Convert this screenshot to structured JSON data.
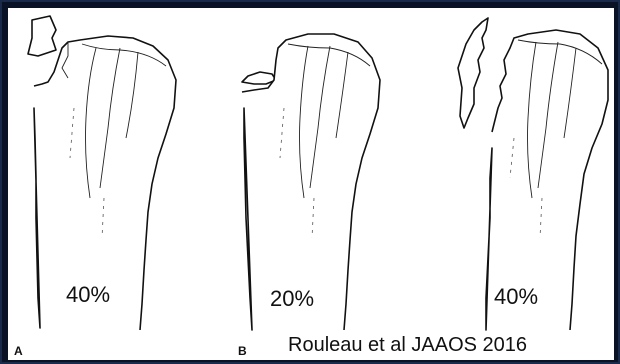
{
  "figures": [
    {
      "letter": "A",
      "percent": "40%",
      "fracture": "greater tuberosity fragment displaced superiorly"
    },
    {
      "letter": "B",
      "percent": "20%",
      "fracture": "small tuberosity fragment"
    },
    {
      "letter": "",
      "percent": "40%",
      "fracture": "vertical split fragment"
    }
  ],
  "citation": "Rouleau et al JAAOS 2016",
  "colors": {
    "background": "#0a1326",
    "panel": "#ffffff",
    "ink": "#111111"
  }
}
